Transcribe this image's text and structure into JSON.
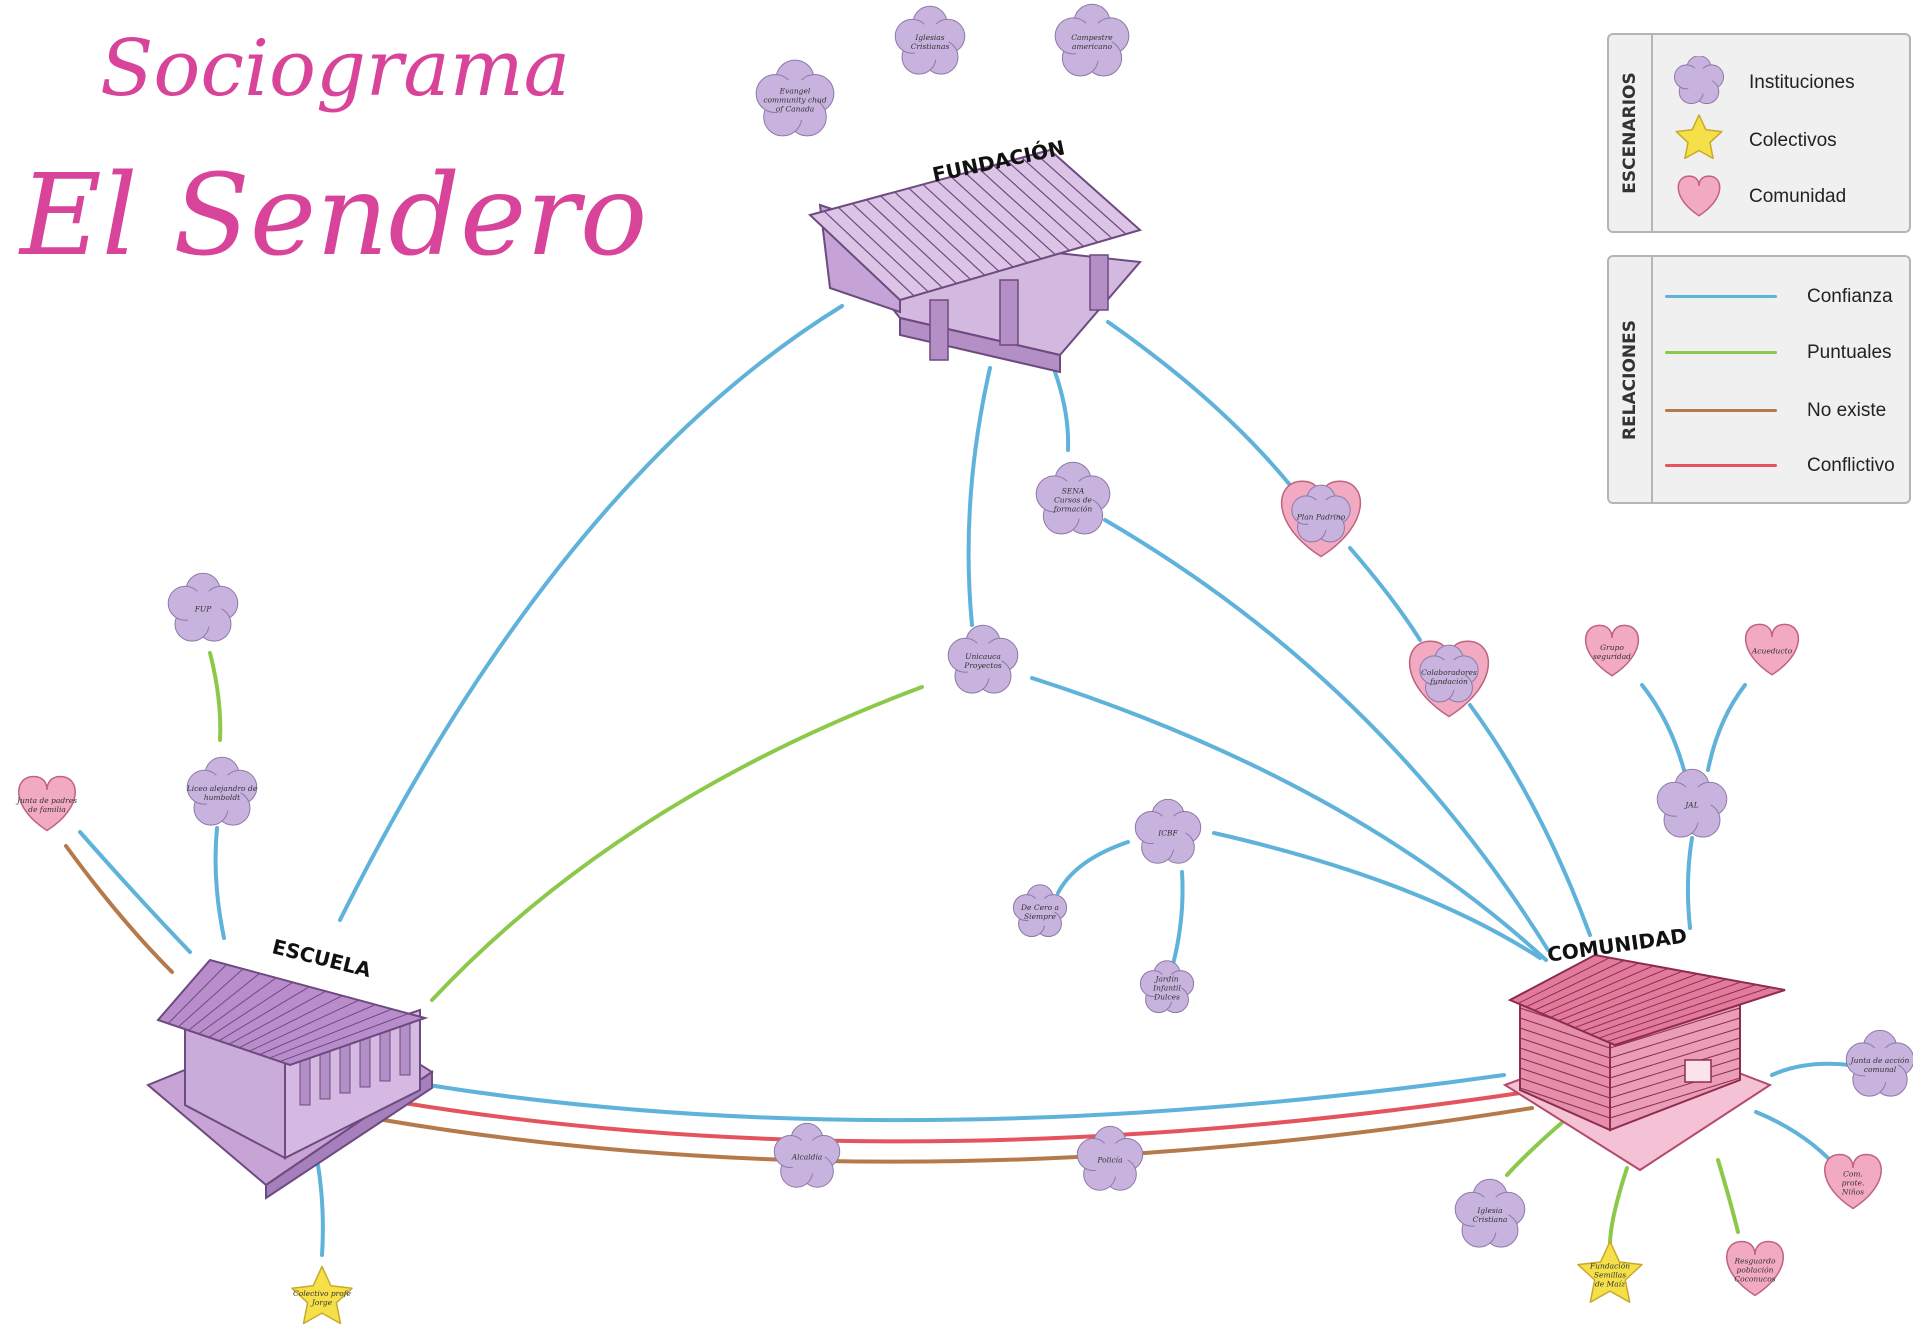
{
  "title": {
    "line1": "Sociograma",
    "line2": "El Sendero"
  },
  "legend": {
    "escenarios": {
      "heading": "ESCENARIOS",
      "items": [
        {
          "label": "Instituciones",
          "icon": "flower-icon",
          "color": "#c7b3dd"
        },
        {
          "label": "Colectivos",
          "icon": "star-icon",
          "color": "#f5e04a"
        },
        {
          "label": "Comunidad",
          "icon": "heart-icon",
          "color": "#f2aac3"
        }
      ]
    },
    "relaciones": {
      "heading": "RELACIONES",
      "items": [
        {
          "label": "Confianza",
          "color": "#5fb2d9"
        },
        {
          "label": "Puntuales",
          "color": "#8cc94a"
        },
        {
          "label": "No existe",
          "color": "#b57a4b"
        },
        {
          "label": "Conflictivo",
          "color": "#e4535e"
        }
      ]
    }
  },
  "scenarios": [
    {
      "id": "fundacion",
      "label": "FUNDACIÓN"
    },
    {
      "id": "escuela",
      "label": "ESCUELA"
    },
    {
      "id": "comunidad",
      "label": "COMUNIDAD"
    }
  ],
  "nodes": [
    {
      "id": "iglesias-cristianas-top",
      "kind": "flower",
      "lines": [
        "Iglesias",
        "Cristianas"
      ]
    },
    {
      "id": "campestre-americano",
      "kind": "flower",
      "lines": [
        "Campestre",
        "americano"
      ]
    },
    {
      "id": "evangel-community",
      "kind": "flower",
      "lines": [
        "Evangel",
        "community chud",
        "of Canada"
      ]
    },
    {
      "id": "sena",
      "kind": "flower",
      "lines": [
        "SENA",
        "Cursos de",
        "formación"
      ]
    },
    {
      "id": "plan-padrino",
      "kind": "heartflower",
      "lines": [
        "Plan Padrino"
      ]
    },
    {
      "id": "colaboradores-fundacion",
      "kind": "heartflower",
      "lines": [
        "Colaboradores",
        "fundación"
      ]
    },
    {
      "id": "unicauca",
      "kind": "flower",
      "lines": [
        "Unicauca",
        "Proyectos"
      ]
    },
    {
      "id": "fup",
      "kind": "flower",
      "lines": [
        "FUP"
      ]
    },
    {
      "id": "liceo-alejandro",
      "kind": "flower",
      "lines": [
        "Liceo alejandro de",
        "humboldt"
      ]
    },
    {
      "id": "junta-padres",
      "kind": "heart",
      "lines": [
        "Junta de padres",
        "de familia"
      ]
    },
    {
      "id": "icbf",
      "kind": "flower",
      "lines": [
        "ICBF"
      ]
    },
    {
      "id": "de-cero-a-siempre",
      "kind": "flower",
      "lines": [
        "De Cero a",
        "Siempre"
      ]
    },
    {
      "id": "jardin-infantil",
      "kind": "flower",
      "lines": [
        "Jardín",
        "Infantil",
        "Dulces"
      ]
    },
    {
      "id": "grupo-seguridad",
      "kind": "heart",
      "lines": [
        "Grupo",
        "seguridad"
      ]
    },
    {
      "id": "acueducto",
      "kind": "heart",
      "lines": [
        "Acueducto"
      ]
    },
    {
      "id": "jal",
      "kind": "flower",
      "lines": [
        "JAL"
      ]
    },
    {
      "id": "junta-accion-comunal",
      "kind": "flower",
      "lines": [
        "Junta de acción",
        "comunal"
      ]
    },
    {
      "id": "com-prote-ninos",
      "kind": "heart",
      "lines": [
        "Com.",
        "prote.",
        "Niños"
      ]
    },
    {
      "id": "resguardo",
      "kind": "heart",
      "lines": [
        "Resguardo",
        "población",
        "Coconucos"
      ]
    },
    {
      "id": "fundacion-semillas",
      "kind": "star",
      "lines": [
        "Fundación",
        "Semillas",
        "de Maíz"
      ]
    },
    {
      "id": "iglesia-cristiana-bottom",
      "kind": "flower",
      "lines": [
        "Iglesia",
        "Cristiana"
      ]
    },
    {
      "id": "alcaldia",
      "kind": "flower",
      "lines": [
        "Alcaldía"
      ]
    },
    {
      "id": "policia",
      "kind": "flower",
      "lines": [
        "Policía"
      ]
    },
    {
      "id": "colectivo-profe-jorge",
      "kind": "star",
      "lines": [
        "Colectivo profe",
        "Jorge"
      ]
    }
  ]
}
